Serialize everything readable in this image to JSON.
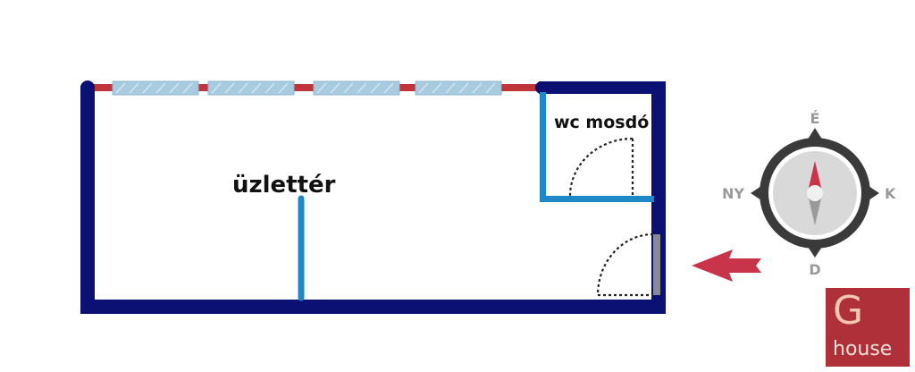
{
  "rooms": {
    "shop_label": "üzlettér",
    "wc_label": "wc mosdó"
  },
  "compass": {
    "north": "É",
    "south": "D",
    "east": "K",
    "west": "NY"
  },
  "logo": {
    "letter": "G",
    "word": "house"
  },
  "colors": {
    "outer_wall": "#0a1172",
    "inner_wall": "#1e88c8",
    "window_band": "#c0343c",
    "window_glass": "#a9cbe0",
    "arrow": "#c8354a",
    "compass_dark": "#3a3a3a",
    "logo_bg": "#b0303a"
  }
}
